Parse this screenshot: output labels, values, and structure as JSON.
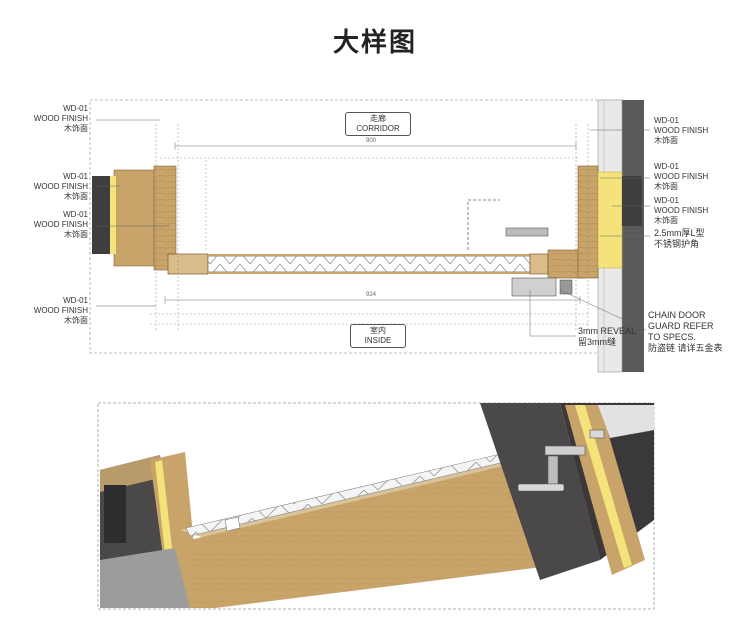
{
  "title": "大样图",
  "left_labels": [
    {
      "code": "WD-01",
      "en": "WOOD FINISH",
      "cn": "木饰面"
    },
    {
      "code": "WD-01",
      "en": "WOOD FINISH",
      "cn": "木饰面"
    },
    {
      "code": "WD-01",
      "en": "WOOD FINISH",
      "cn": "木饰面"
    },
    {
      "code": "WD-01",
      "en": "WOOD FINISH",
      "cn": "木饰面"
    }
  ],
  "right_labels": [
    {
      "code": "WD-01",
      "en": "WOOD FINISH",
      "cn": "木饰面"
    },
    {
      "code": "WD-01",
      "en": "WOOD FINISH",
      "cn": "木饰面"
    },
    {
      "code": "WD-01",
      "en": "WOOD FINISH",
      "cn": "木饰面"
    }
  ],
  "stainless": {
    "line1": "2.5mm厚L型",
    "line2": "不锈钢护角"
  },
  "corridor": {
    "cn": "走廊",
    "en": "CORRIDOR"
  },
  "inside": {
    "cn": "室内",
    "en": "INSIDE"
  },
  "reveal": {
    "line1": "3mm REVEAL",
    "line2": "留3mm缝"
  },
  "chain": {
    "line1": "CHAIN DOOR",
    "line2": "GUARD REFER",
    "line3": "TO SPECS.",
    "line4": "防盗链 请详五金表"
  },
  "dims": {
    "top": "900",
    "bottom": "924"
  },
  "colors": {
    "wood": "#c9a46a",
    "wood_light": "#d9bc8a",
    "dark_wall": "#3f3d3e",
    "yellow": "#f3e37a",
    "grey": "#8f8f8f"
  }
}
